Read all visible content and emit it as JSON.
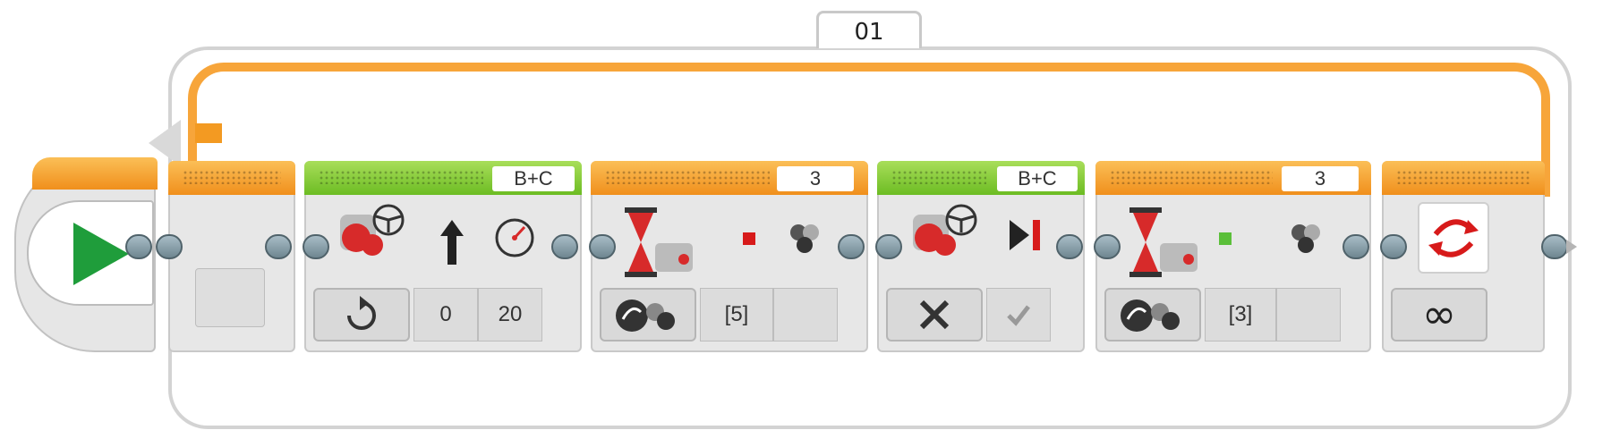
{
  "loop": {
    "label": "01",
    "mode": "∞"
  },
  "blocks": {
    "move1": {
      "ports": "B+C",
      "power": "0",
      "steer": "20"
    },
    "wait1": {
      "value": "3",
      "param": "[5]"
    },
    "move2": {
      "ports": "B+C"
    },
    "wait2": {
      "value": "3",
      "param": "[3]"
    }
  },
  "colors": {
    "orange": "#f39a22",
    "green": "#7cc83a",
    "gray": "#e7e7e7",
    "frame": "#d3d3d3"
  },
  "icons": [
    "start-play-icon",
    "large-motor-icon",
    "steering-wheel-icon",
    "arrow-up-icon",
    "speedometer-icon",
    "rotate-icon",
    "hourglass-icon",
    "color-sensor-icon",
    "red-square-icon",
    "colors-icon",
    "compare-icon",
    "skip-icon",
    "close-icon",
    "check-icon",
    "green-square-icon",
    "loop-icon",
    "infinity-icon"
  ]
}
